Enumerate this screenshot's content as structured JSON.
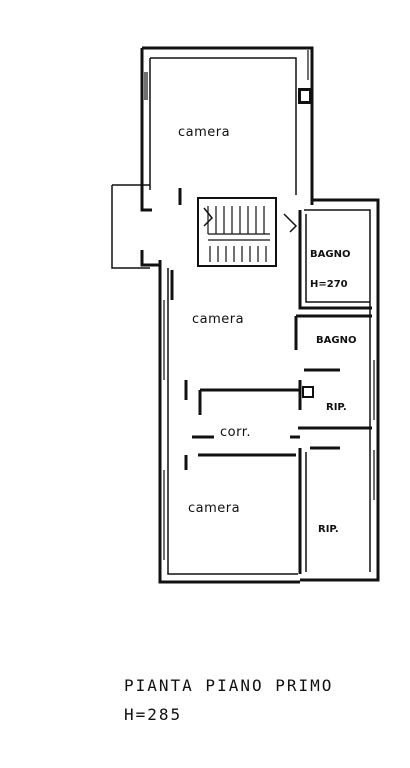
{
  "plan": {
    "rooms": [
      {
        "id": "camera-top",
        "label": "camera"
      },
      {
        "id": "bagno-1",
        "label": "BAGNO",
        "height_label": "H=270"
      },
      {
        "id": "camera-middle",
        "label": "camera"
      },
      {
        "id": "bagno-2",
        "label": "BAGNO"
      },
      {
        "id": "rip-1",
        "label": "RIP."
      },
      {
        "id": "corr",
        "label": "corr."
      },
      {
        "id": "camera-bottom",
        "label": "camera"
      },
      {
        "id": "rip-2",
        "label": "RIP."
      }
    ]
  },
  "caption": {
    "title": "PIANTA PIANO PRIMO",
    "height": "H=285"
  }
}
